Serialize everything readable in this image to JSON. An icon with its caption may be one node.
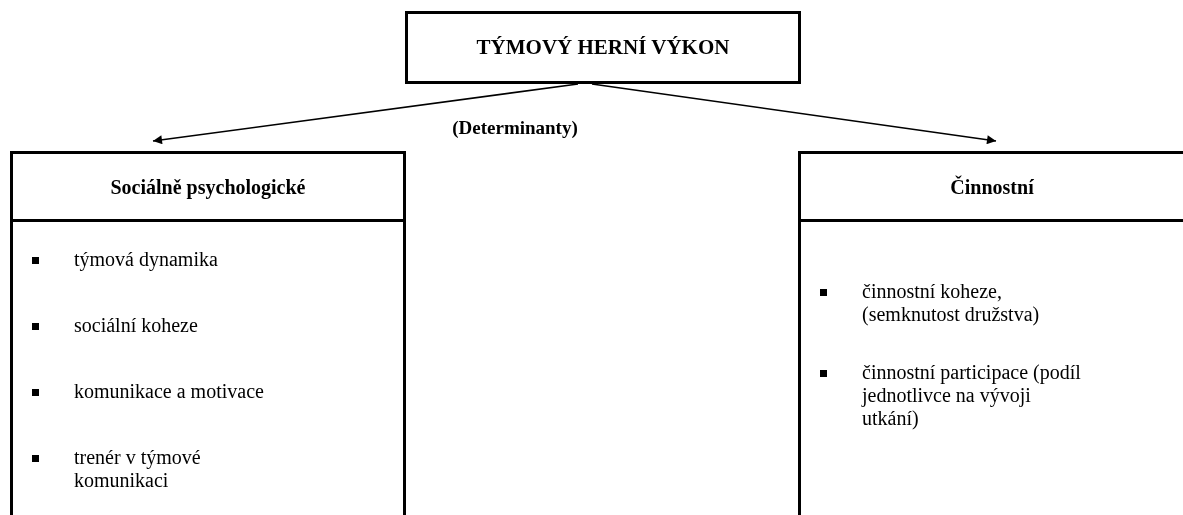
{
  "diagram": {
    "nodes": [
      {
        "text": [
          "TÝMOVÝ HERNÍ VÝKON"
        ]
      },
      {
        "text": [
          "Sociálně psychologické",
          "týmová dynamika",
          "sociální koheze",
          "komunikace a motivace",
          "trenér v týmové komunikaci"
        ]
      },
      {
        "text": [
          "Činnostní",
          "činnostní koheze, (semknutost družstva)",
          "činnostní participace (podíl jednotlivce na vývoji utkání)"
        ]
      }
    ],
    "edges": [
      {
        "from": 0,
        "to": 1,
        "arrow": "to"
      },
      {
        "from": 0,
        "to": 2,
        "arrow": "to"
      }
    ],
    "labels": [
      "(Determinanty)"
    ]
  }
}
